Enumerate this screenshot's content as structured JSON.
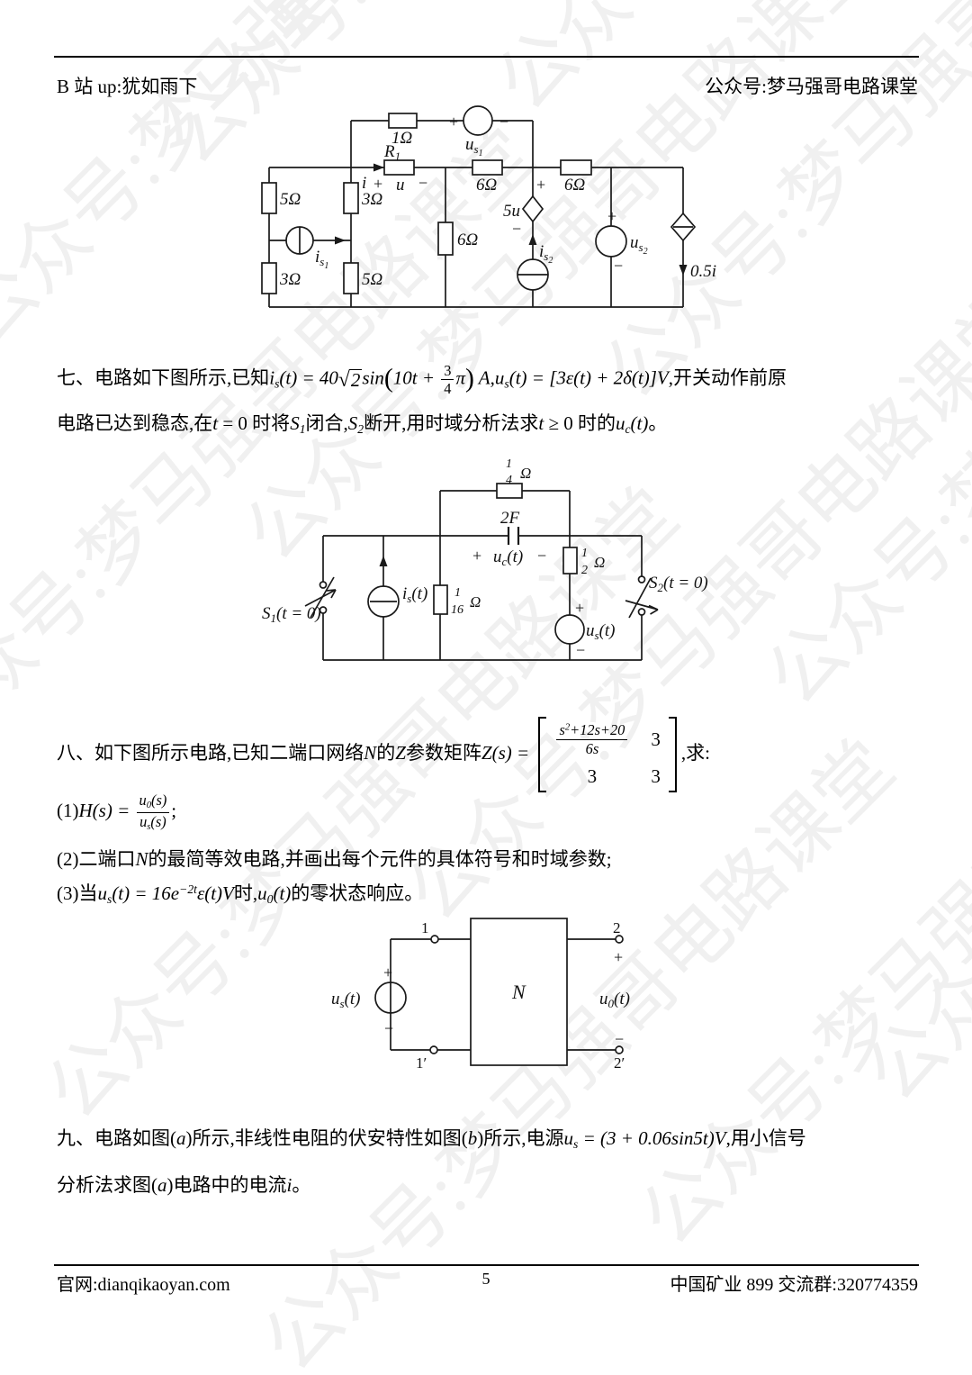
{
  "header": {
    "left": "B 站 up:犹如雨下",
    "right": "公众号:梦马强哥电路课堂"
  },
  "watermark": {
    "text": "公众号:梦马强哥电路课堂"
  },
  "problem7": {
    "line1": [
      {
        "t": "七、电路如下图所示,已知"
      },
      {
        "t": "i",
        "c": "it"
      },
      {
        "t": "s",
        "c": "sub"
      },
      {
        "t": "(t) = 40",
        "c": "it"
      },
      {
        "rad": "2"
      },
      {
        "t": "sin",
        "c": "it"
      },
      {
        "t": "(",
        "c": "big"
      },
      {
        "t": "10t + ",
        "c": "it"
      },
      {
        "f": [
          "3",
          "4"
        ]
      },
      {
        "t": "π",
        "c": "it"
      },
      {
        "t": ")",
        "c": "big"
      },
      {
        "t": " A",
        "c": "it"
      },
      {
        "t": ","
      },
      {
        "t": "u",
        "c": "it"
      },
      {
        "t": "s",
        "c": "sub"
      },
      {
        "t": "(t) = [3ε(t) + 2δ(t)]V",
        "c": "it"
      },
      {
        "t": ",开关动作前原"
      }
    ],
    "line2": [
      {
        "t": "电路已达到稳态,在"
      },
      {
        "t": "t",
        "c": "it"
      },
      {
        "t": " = 0 时将"
      },
      {
        "t": "S",
        "c": "it"
      },
      {
        "t": "1",
        "c": "sub"
      },
      {
        "t": "闭合,"
      },
      {
        "t": "S",
        "c": "it"
      },
      {
        "t": "2",
        "c": "sub"
      },
      {
        "t": "断开,用时域分析法求"
      },
      {
        "t": "t",
        "c": "it"
      },
      {
        "t": " ≥ 0 时的"
      },
      {
        "t": "u",
        "c": "it"
      },
      {
        "t": "c",
        "c": "sub"
      },
      {
        "t": "(t)",
        "c": "it"
      },
      {
        "t": "。"
      }
    ]
  },
  "problem8": {
    "heading": [
      {
        "t": "八、如下图所示电路,已知二端口网络"
      },
      {
        "t": "N",
        "c": "it"
      },
      {
        "t": "的"
      },
      {
        "t": "Z",
        "c": "it"
      },
      {
        "t": "参数矩阵"
      },
      {
        "t": "Z",
        "c": "it"
      },
      {
        "t": "(s) = ",
        "c": "it"
      },
      {
        "m": [
          [
            {
              "f": [
                [
                  {
                    "t": "s",
                    "c": "it"
                  },
                  {
                    "t": "2",
                    "c": "sup"
                  },
                  {
                    "t": "+12s+20",
                    "c": "it"
                  }
                ],
                [
                  {
                    "t": "6s",
                    "c": "it"
                  }
                ]
              ]
            }
          ],
          [
            {
              "t": "3"
            }
          ],
          [
            {
              "t": "3"
            }
          ],
          [
            {
              "t": "3"
            }
          ]
        ]
      },
      {
        "t": ",求:"
      }
    ],
    "item1": [
      {
        "t": "(1)"
      },
      {
        "t": "H",
        "c": "it"
      },
      {
        "t": "(s) = ",
        "c": "it"
      },
      {
        "f": [
          [
            {
              "t": "u",
              "c": "it"
            },
            {
              "t": "0",
              "c": "sub"
            },
            {
              "t": "(s)",
              "c": "it"
            }
          ],
          [
            {
              "t": "u",
              "c": "it"
            },
            {
              "t": "s",
              "c": "sub"
            },
            {
              "t": "(s)",
              "c": "it"
            }
          ]
        ]
      },
      {
        "t": ";"
      }
    ],
    "item2": [
      {
        "t": "(2)二端口"
      },
      {
        "t": "N",
        "c": "it"
      },
      {
        "t": "的最简等效电路,并画出每个元件的具体符号和时域参数;"
      }
    ],
    "item3": [
      {
        "t": "(3)当"
      },
      {
        "t": "u",
        "c": "it"
      },
      {
        "t": "s",
        "c": "sub"
      },
      {
        "t": "(t) = 16e",
        "c": "it"
      },
      {
        "t": "−2t",
        "c": "sup"
      },
      {
        "t": "ε(t)V",
        "c": "it"
      },
      {
        "t": "时,"
      },
      {
        "t": "u",
        "c": "it"
      },
      {
        "t": "0",
        "c": "sub"
      },
      {
        "t": "(t)",
        "c": "it"
      },
      {
        "t": "的零状态响应。"
      }
    ]
  },
  "problem9": {
    "line1": [
      {
        "t": "九、电路如图("
      },
      {
        "t": "a",
        "c": "it"
      },
      {
        "t": ")所示,非线性电阻的伏安特性如图("
      },
      {
        "t": "b",
        "c": "it"
      },
      {
        "t": ")所示,电源"
      },
      {
        "t": "u",
        "c": "it"
      },
      {
        "t": "s",
        "c": "sub"
      },
      {
        "t": " = (3 + 0.06sin5t)V",
        "c": "it"
      },
      {
        "t": ",用小信号"
      }
    ],
    "line2": [
      {
        "t": "分析法求图("
      },
      {
        "t": "a",
        "c": "it"
      },
      {
        "t": ")电路中的电流"
      },
      {
        "t": "i",
        "c": "it"
      },
      {
        "t": "。"
      }
    ]
  },
  "c1": {
    "r_top": "1Ω",
    "R1_main": "R",
    "R1_sub": "1",
    "us1_plus": "+",
    "us1_minus": "−",
    "us1_u": "u",
    "us1_s": "s",
    "us1_n": "1",
    "i": "i",
    "i_plus": "+",
    "u": "u",
    "u_minus": "−",
    "r6_mid": "6Ω",
    "r6_right": "6Ω",
    "r6_vert": "6Ω",
    "r5_left": "5Ω",
    "r3_left": "3Ω",
    "r3_mid": "3Ω",
    "r5_mid": "5Ω",
    "is1_i": "i",
    "is1_s": "s",
    "is1_n": "1",
    "dep_v": "5u",
    "dep_v_plus": "+",
    "dep_v_minus": "−",
    "is2_i": "i",
    "is2_s": "s",
    "is2_n": "2",
    "us2_plus": "+",
    "us2_minus": "−",
    "us2_u": "u",
    "us2_s": "s",
    "us2_n": "2",
    "dep_i": "0.5i"
  },
  "c2": {
    "rq_num": "1",
    "rq_den": "4",
    "rq_unit": "Ω",
    "cap": "2F",
    "uc_plus": "+",
    "uc_u": "u",
    "uc_sub": "c",
    "uc_t": "(t)",
    "uc_minus": "−",
    "r16_num": "1",
    "r16_den": "16",
    "r16_unit": "Ω",
    "rh_num": "1",
    "rh_den": "2",
    "rh_unit": "Ω",
    "is_i": "i",
    "is_sub": "s",
    "is_t": "(t)",
    "us_plus": "+",
    "us_u": "u",
    "us_sub": "s",
    "us_t": "(t)",
    "us_minus": "−",
    "s1_S": "S",
    "s1_sub": "1",
    "s1_t": "(t = 0)",
    "s2_S": "S",
    "s2_sub": "2",
    "s2_t": "(t = 0)"
  },
  "c3": {
    "n": "N",
    "t1": "1",
    "t1p": "1′",
    "t2": "2",
    "t2p": "2′",
    "us_plus": "+",
    "us_u": "u",
    "us_sub": "s",
    "us_t": "(t)",
    "us_minus": "−",
    "u0_plus": "+",
    "u0_u": "u",
    "u0_sub": "0",
    "u0_t": "(t)",
    "u0_minus": "−"
  },
  "footer": {
    "left": "官网:dianqikaoyan.com",
    "page": "5",
    "right": "中国矿业 899 交流群:320774359"
  }
}
